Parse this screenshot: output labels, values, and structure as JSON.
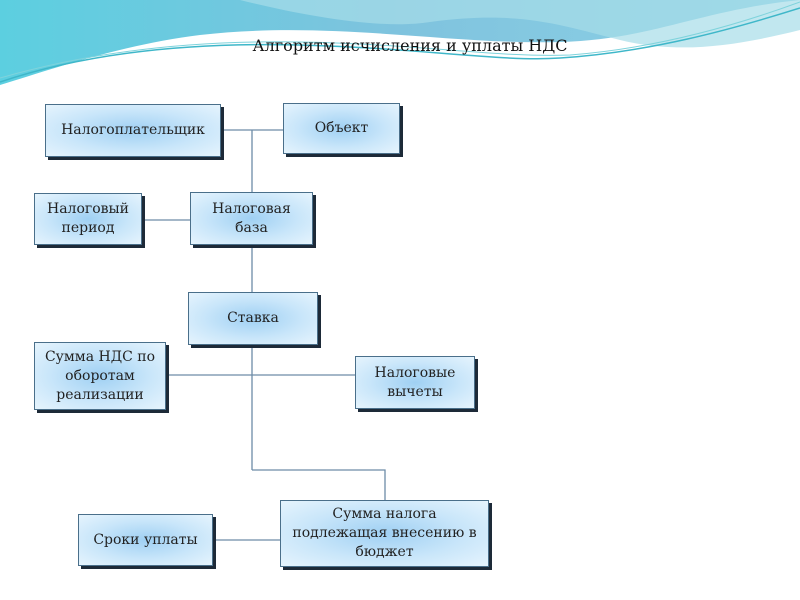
{
  "title": "Алгоритм исчисления и уплаты НДС",
  "boxes": {
    "taxpayer": "Налогоплательщик",
    "object": "Объект",
    "tax_period": "Налоговый период",
    "tax_base": "Налоговая база",
    "rate": "Ставка",
    "vat_sum": "Сумма НДС по оборотам реализации",
    "deductions": "Налоговые вычеты",
    "payment_terms": "Сроки уплаты",
    "tax_payable": "Сумма налога подлежащая внесению в бюджет"
  },
  "colors": {
    "line": "#6d8ca8",
    "box_border": "#4a6f8a",
    "wave": "#5fc3dc"
  }
}
